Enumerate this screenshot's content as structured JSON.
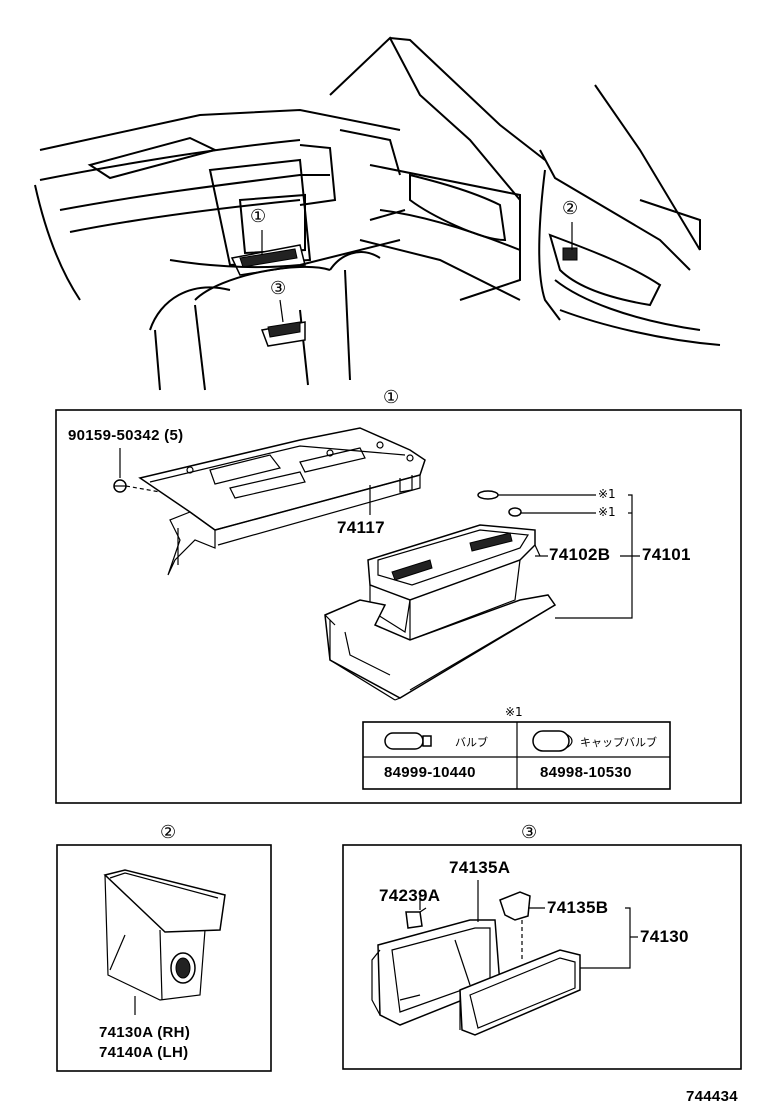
{
  "overview": {
    "callout_1": "①",
    "callout_2": "②",
    "callout_3": "③"
  },
  "section_1": {
    "header": "①",
    "screw": "90159-50342 (5)",
    "bracket": "74117",
    "box": "74102B",
    "assembly": "74101",
    "bulb_mark_a": "※1",
    "bulb_mark_b": "※1",
    "table": {
      "mark": "※1",
      "col1_name": "バルブ",
      "col2_name": "キャップバルブ",
      "col1_part": "84999-10440",
      "col2_part": "84998-10530"
    }
  },
  "section_2": {
    "header": "②",
    "part_rh": "74130A (RH)",
    "part_lh": "74140A (LH)"
  },
  "section_3": {
    "header": "③",
    "clip": "74239A",
    "frame": "74135A",
    "spring": "74135B",
    "assembly": "74130"
  },
  "figure_number": "744434"
}
